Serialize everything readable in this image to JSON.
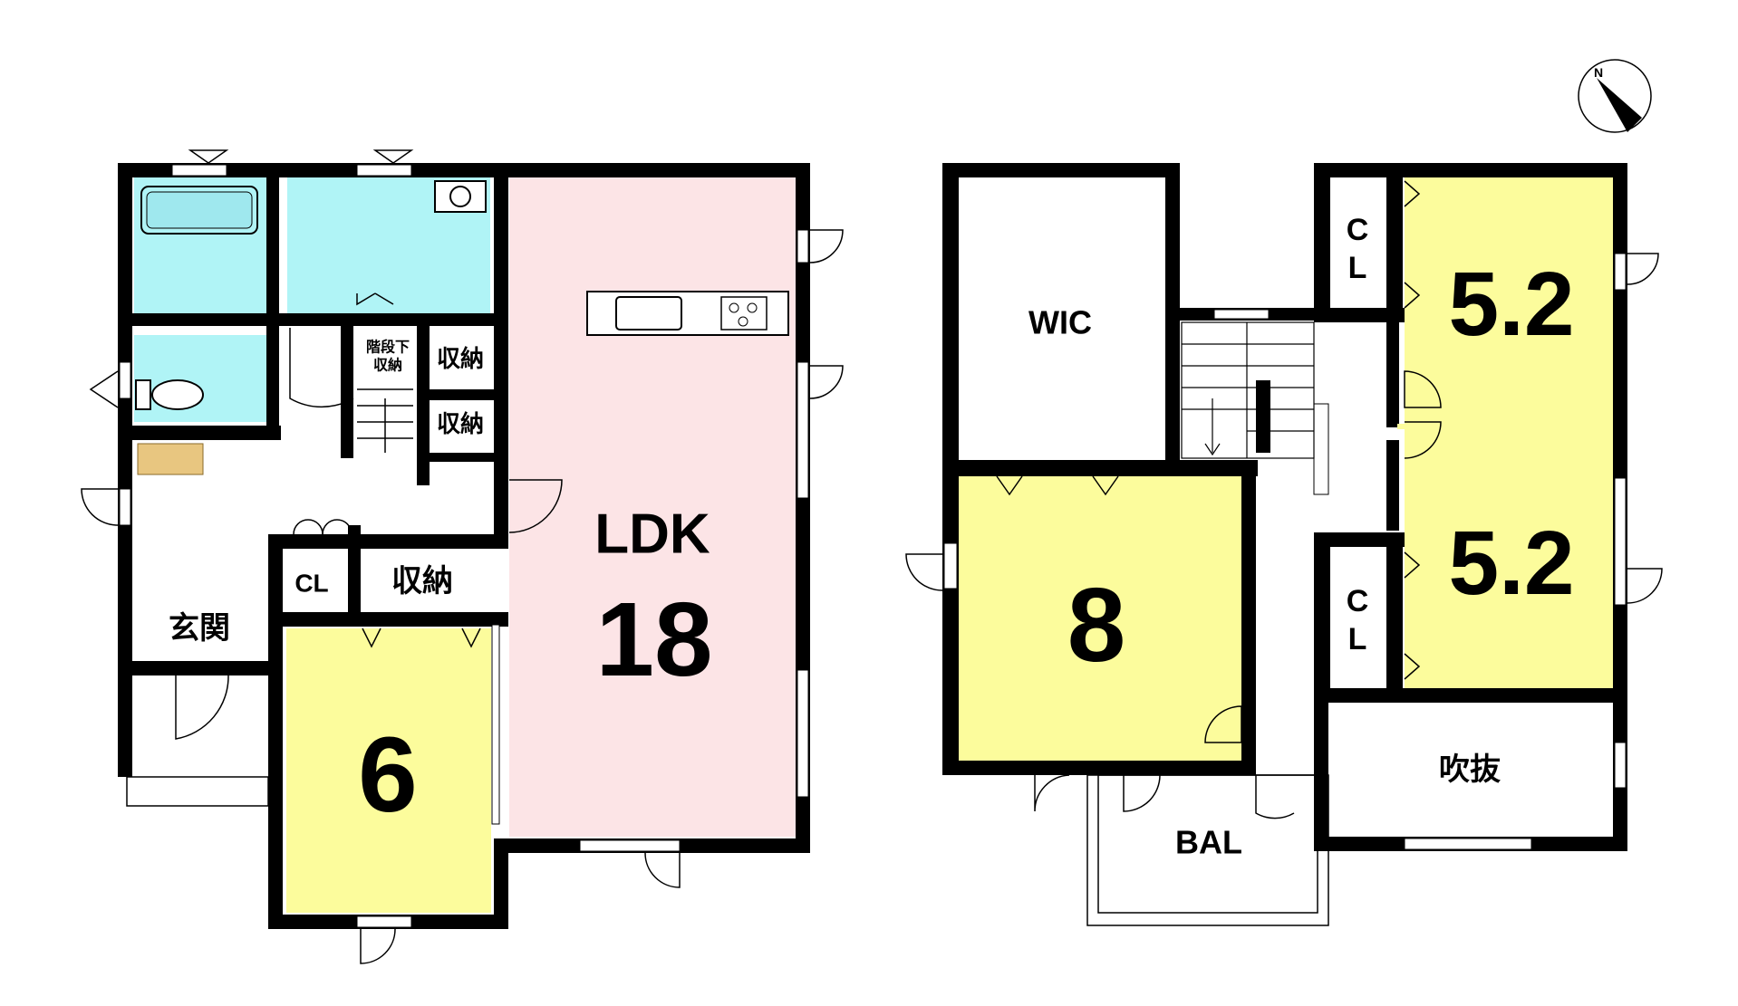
{
  "floor1": {
    "ldk_label": "LDK",
    "ldk_size": "18",
    "room6_size": "6",
    "entrance": "玄関",
    "closet": "CL",
    "storage_main": "収納",
    "storage_a": "収納",
    "storage_b": "収納",
    "under_stairs_1": "階段下",
    "under_stairs_2": "収納"
  },
  "floor2": {
    "wic": "WIC",
    "room8_size": "8",
    "room52a_size": "5.2",
    "room52b_size": "5.2",
    "cl_a_1": "C",
    "cl_a_2": "L",
    "cl_b_1": "C",
    "cl_b_2": "L",
    "void": "吹抜",
    "balcony": "BAL"
  },
  "compass": {
    "north": "N"
  },
  "colors": {
    "wall": "#000000",
    "ldk": "#fce4e6",
    "bedroom": "#fcfc9c",
    "wet_area": "#b0f4f6",
    "white": "#ffffff"
  }
}
